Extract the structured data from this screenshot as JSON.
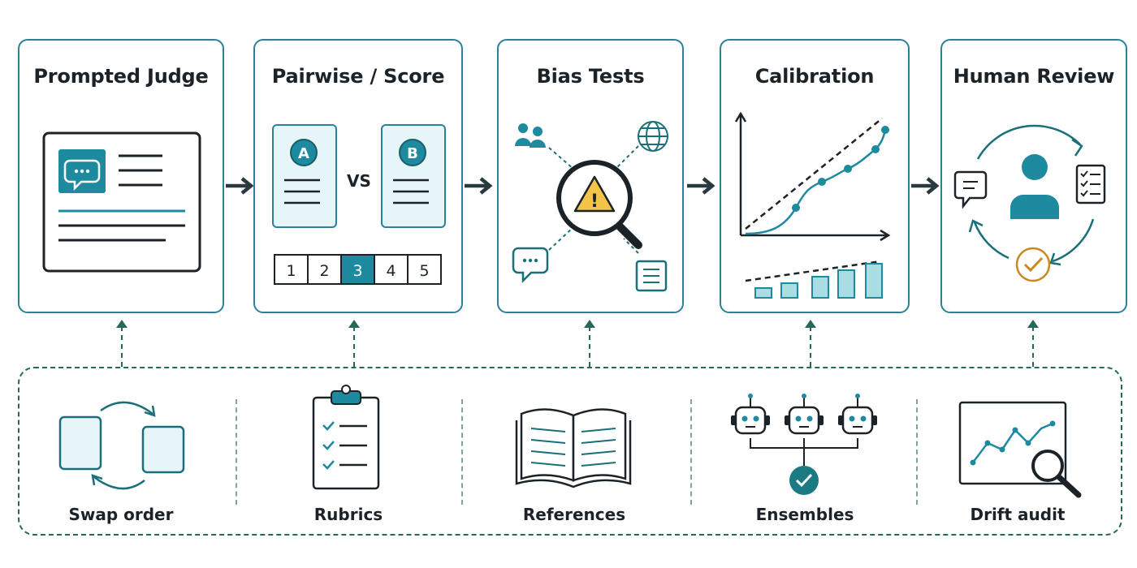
{
  "stages": [
    {
      "title": "Prompted Judge",
      "icon": "judge-prompt-document-icon"
    },
    {
      "title": "Pairwise / Score",
      "icon": "pairwise-comparison-icon",
      "choice_a": "A",
      "choice_b": "B",
      "vs": "VS",
      "scale": [
        "1",
        "2",
        "3",
        "4",
        "5"
      ],
      "selected_score": "3"
    },
    {
      "title": "Bias Tests",
      "icon": "bias-magnifier-warning-icon",
      "warning": "!"
    },
    {
      "title": "Calibration",
      "icon": "calibration-chart-icon"
    },
    {
      "title": "Human Review",
      "icon": "human-review-cycle-icon"
    }
  ],
  "techniques": [
    {
      "label": "Swap order",
      "icon": "swap-order-icon"
    },
    {
      "label": "Rubrics",
      "icon": "clipboard-checklist-icon"
    },
    {
      "label": "References",
      "icon": "open-book-icon"
    },
    {
      "label": "Ensembles",
      "icon": "robot-ensemble-icon"
    },
    {
      "label": "Drift audit",
      "icon": "drift-audit-chart-icon"
    }
  ],
  "colors": {
    "border": "#2e7f98",
    "teal": "#1e8aa0",
    "dark_teal": "#1b6f78",
    "light_fill": "#e6f6f8",
    "text": "#1c2328",
    "dashed": "#24695a",
    "warning": "#f3c34a",
    "check_ring": "#c88a1e"
  }
}
